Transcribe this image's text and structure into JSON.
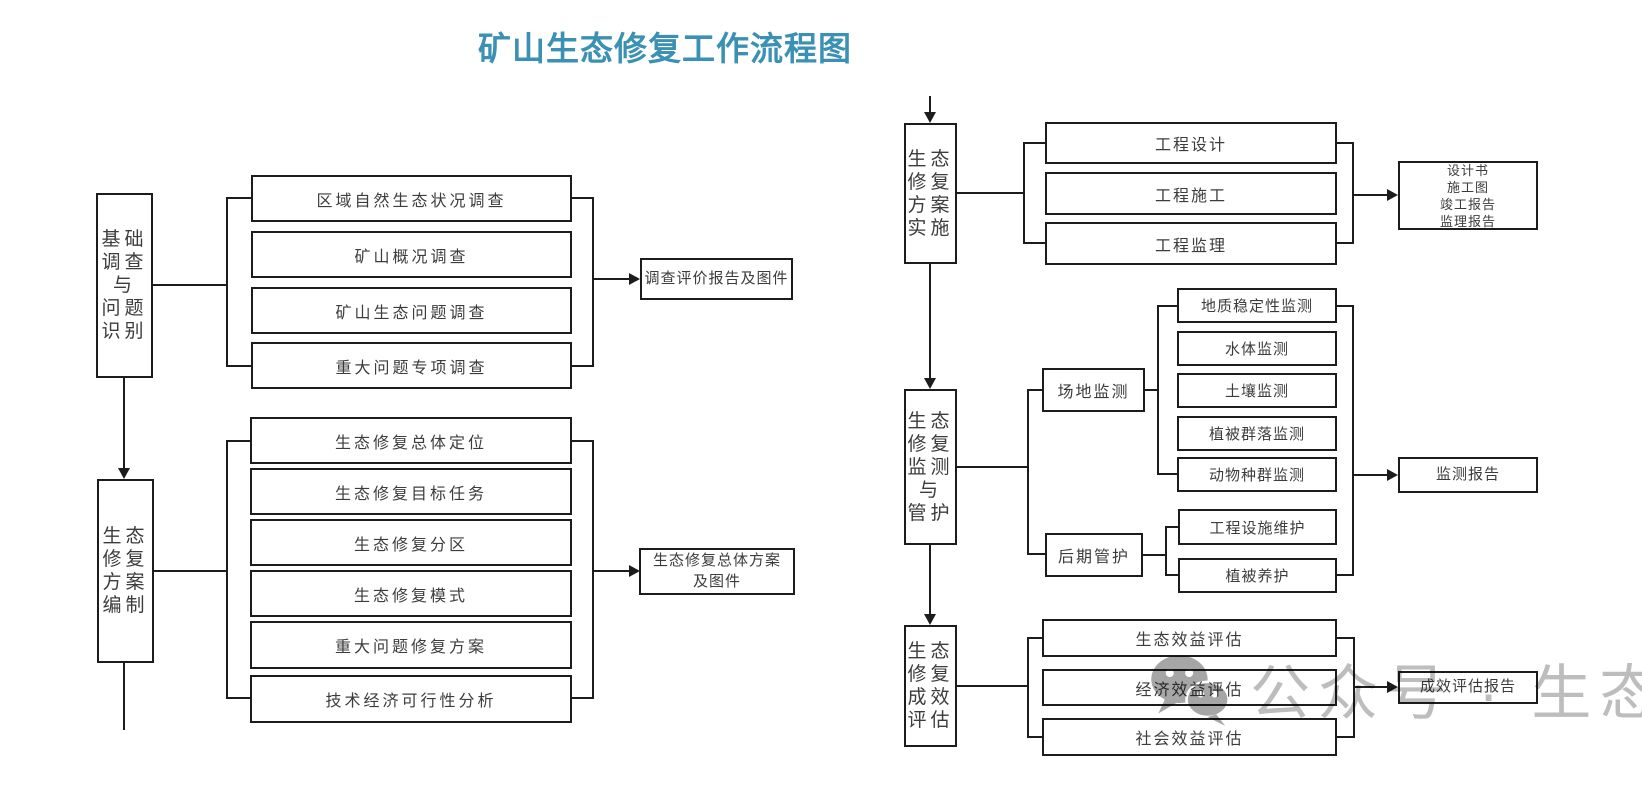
{
  "title": "矿山生态修复工作流程图",
  "stage_a": {
    "label": "基础\n调查\n与\n问题\n识别",
    "items": [
      "区域自然生态状况调查",
      "矿山概况调查",
      "矿山生态问题调查",
      "重大问题专项调查"
    ],
    "output": "调查评价报告及图件"
  },
  "stage_b": {
    "label": "生态\n修复\n方案\n编制",
    "items": [
      "生态修复总体定位",
      "生态修复目标任务",
      "生态修复分区",
      "生态修复模式",
      "重大问题修复方案",
      "技术经济可行性分析"
    ],
    "output": "生态修复总体方案\n及图件"
  },
  "stage_c": {
    "label": "生态\n修复\n方案\n实施",
    "items": [
      "工程设计",
      "工程施工",
      "工程监理"
    ],
    "output": "设计书\n施工图\n竣工报告\n监理报告"
  },
  "stage_d": {
    "label": "生态\n修复\n监测\n与\n管护",
    "groups": [
      {
        "label": "场地监测",
        "items": [
          "地质稳定性监测",
          "水体监测",
          "土壤监测",
          "植被群落监测",
          "动物种群监测"
        ]
      },
      {
        "label": "后期管护",
        "items": [
          "工程设施维护",
          "植被养护"
        ]
      }
    ],
    "output": "监测报告"
  },
  "stage_e": {
    "label": "生态\n修复\n成效\n评估",
    "items": [
      "生态效益评估",
      "经济效益评估",
      "社会效益评估"
    ],
    "output": "成效评估报告"
  },
  "watermark": {
    "icon": "wechat-icon",
    "text": "公众号 · 生态談"
  },
  "colors": {
    "title_text": "#3b91b3",
    "line": "#1c1c1c",
    "box_text": "#3c3c3c",
    "watermark": "#bdbdbd"
  }
}
